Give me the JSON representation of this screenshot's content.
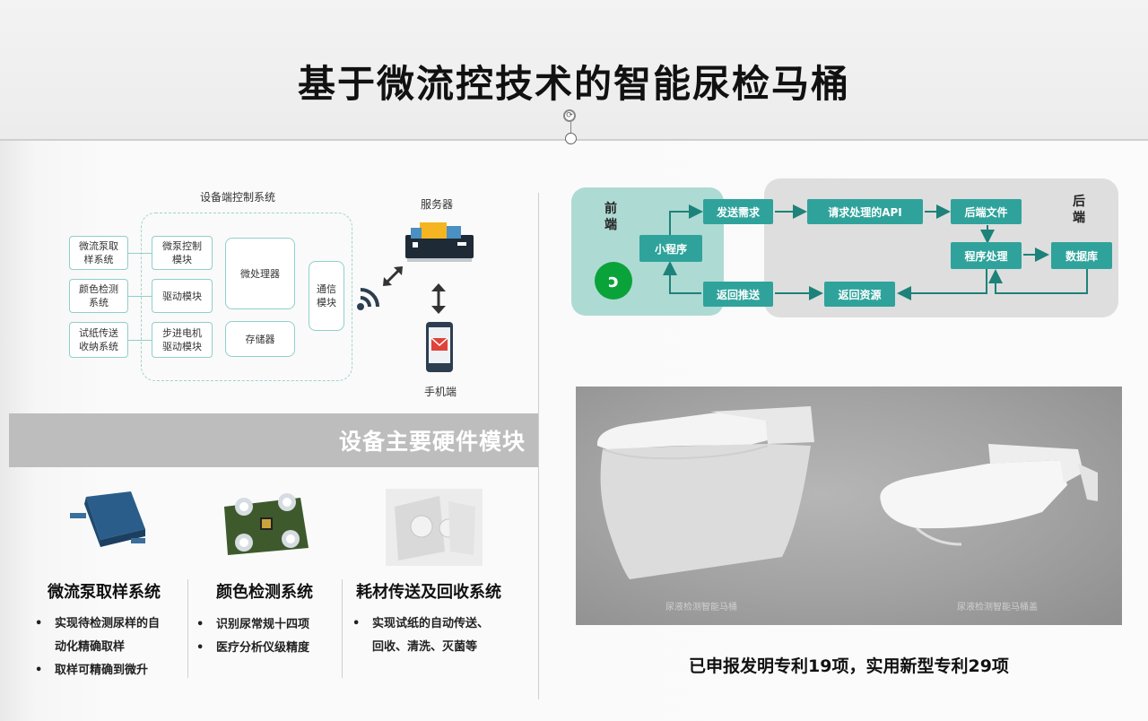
{
  "page": {
    "title": "基于微流控技术的智能尿检马桶"
  },
  "device_diagram": {
    "title": "设备端控制系统",
    "left_boxes": [
      "微流泵取\n样系统",
      "颜色检测\n系统",
      "试纸传送\n收纳系统"
    ],
    "mid_boxes": [
      "微泵控制\n模块",
      "驱动模块",
      "步进电机\n驱动模块"
    ],
    "processor": "微处理器",
    "storage": "存储器",
    "comm": "通信\n模块",
    "server_label": "服务器",
    "phone_label": "手机端",
    "icons": [
      "wifi-icon",
      "server-icon",
      "phone-icon",
      "double-arrow-icon"
    ]
  },
  "hardware_band": {
    "title": "设备主要硬件模块"
  },
  "modules": [
    {
      "title": "微流泵取样系统",
      "bullets": [
        "实现待检测尿样的自\n动化精确取样",
        "取样可精确到微升"
      ]
    },
    {
      "title": "颜色检测系统",
      "bullets": [
        "识别尿常规十四项",
        "医疗分析仪级精度"
      ]
    },
    {
      "title": "耗材传送及回收系统",
      "bullets": [
        "实现试纸的自动传送、\n回收、清洗、灭菌等"
      ]
    }
  ],
  "flow": {
    "front_label": "前\n端",
    "back_label": "后\n端",
    "mini_program": "小程序",
    "send_request": "发送需求",
    "api": "请求处理的API",
    "backend_file": "后端文件",
    "process": "程序处理",
    "database": "数据库",
    "push_back": "返回推送",
    "return_resource": "返回资源",
    "colors": {
      "accent": "#2fa39b",
      "front_bg": "#aedad4",
      "back_bg": "#dedede",
      "arrow": "#1d8279"
    }
  },
  "photo": {
    "caption_left": "尿液检测智能马桶",
    "caption_right": "尿液检测智能马桶盖"
  },
  "patents": "已申报发明专利19项，实用新型专利29项"
}
